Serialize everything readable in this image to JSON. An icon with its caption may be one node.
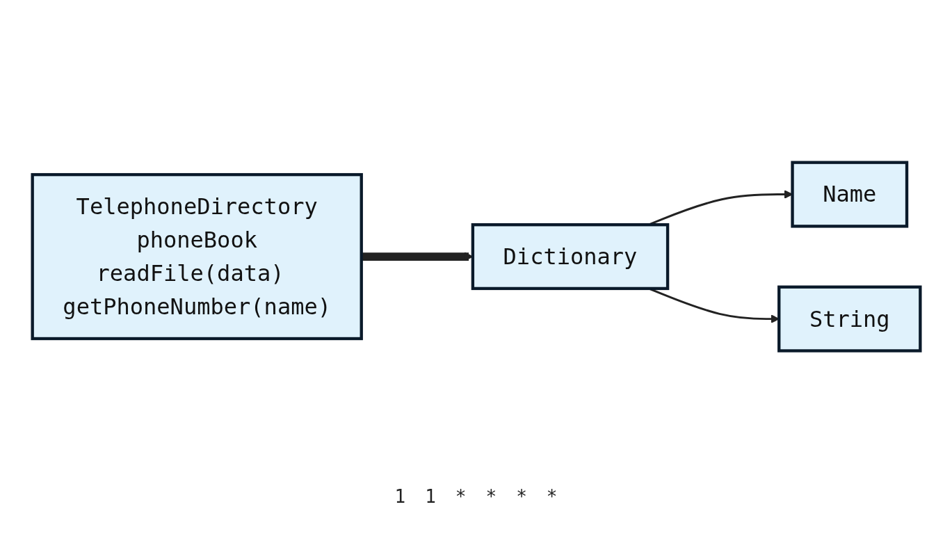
{
  "diagram": {
    "nodes": [
      {
        "text": [
          "TelephoneDirectory",
          "phoneBook",
          "readFile(data) getPhoneNumber(name)"
        ]
      },
      {
        "text": [
          "Dictionary"
        ]
      },
      {
        "text": [
          "Name"
        ]
      },
      {
        "text": [
          "String"
        ]
      }
    ],
    "edges": [
      {
        "from": 0,
        "to": 1,
        "arrow": "to",
        "style": "thick"
      },
      {
        "from": 1,
        "to": 2,
        "arrow": "to"
      },
      {
        "from": 1,
        "to": 3,
        "arrow": "to"
      }
    ],
    "labels": [
      "1",
      "1",
      "*",
      "*",
      "*",
      "*"
    ]
  }
}
